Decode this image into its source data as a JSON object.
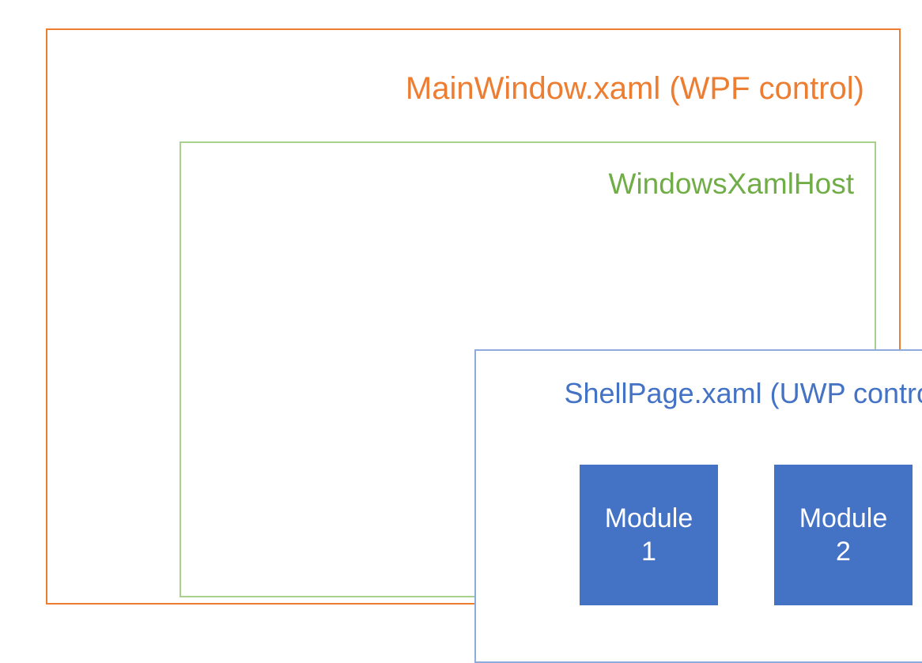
{
  "diagram": {
    "type": "nested-containers",
    "background_color": "#FFFFFF",
    "outer": {
      "label": "MainWindow.xaml (WPF control)",
      "border_color": "#ED7D31",
      "fill_color": "#FFFFFF"
    },
    "middle": {
      "label": "WindowsXamlHost",
      "border_color": "#A9D18E",
      "text_color": "#70AD47",
      "fill_color": "#FFFFFF"
    },
    "inner": {
      "label": "ShellPage.xaml (UWP control)",
      "border_color": "#8FAADC",
      "text_color": "#4472C4",
      "fill_color": "#FFFFFF"
    },
    "modules": [
      {
        "title": "Module",
        "number": "1",
        "fill_color": "#4472C4",
        "text_color": "#FFFFFF"
      },
      {
        "title": "Module",
        "number": "2",
        "fill_color": "#4472C4",
        "text_color": "#FFFFFF"
      }
    ]
  }
}
